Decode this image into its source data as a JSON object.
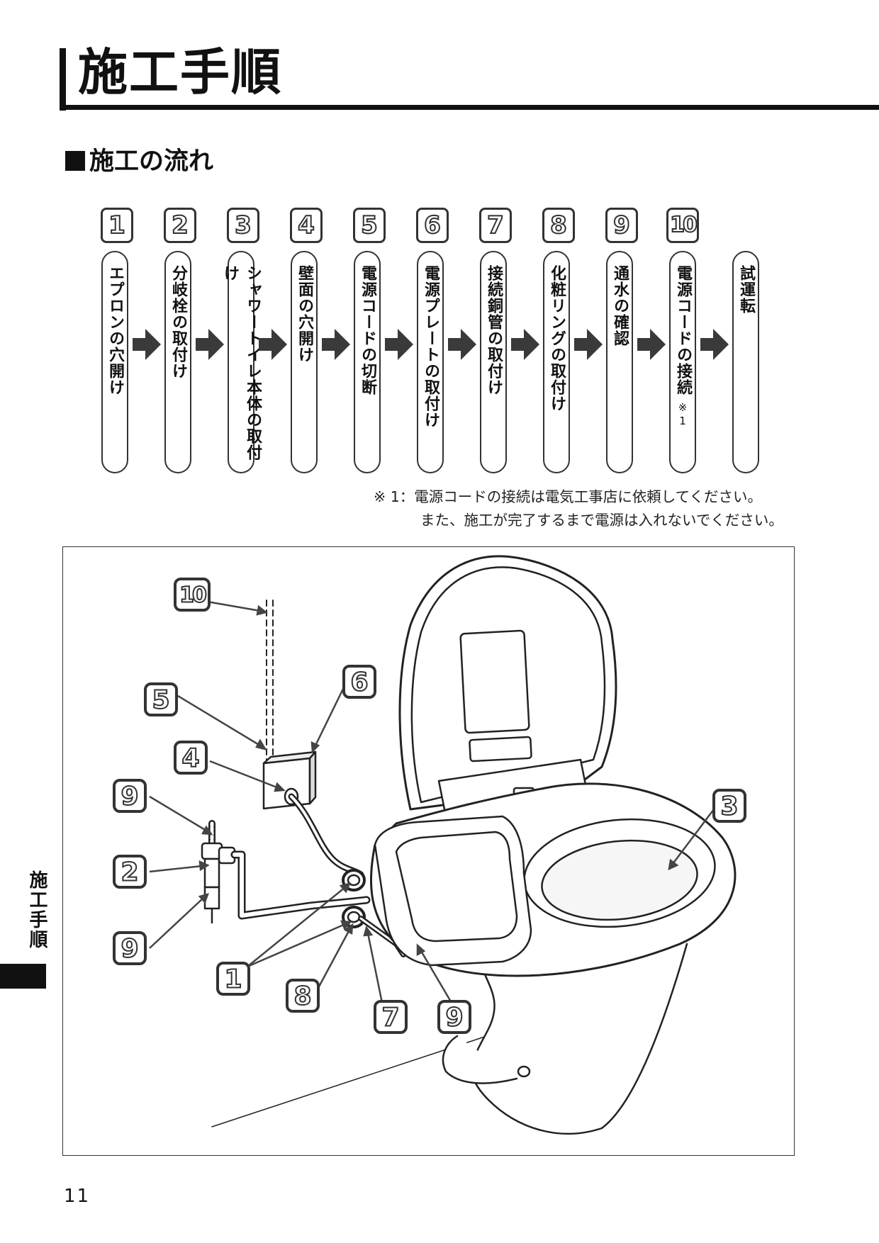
{
  "page": {
    "title": "施工手順",
    "section_heading": "施工の流れ",
    "side_tab": "施工手順",
    "page_number": "11"
  },
  "flow": {
    "steps": [
      {
        "num": "1",
        "label": "エプロンの穴開け"
      },
      {
        "num": "2",
        "label": "分岐栓の取付け"
      },
      {
        "num": "3",
        "label": "シャワートイレ本体の取付け"
      },
      {
        "num": "4",
        "label": "壁面の穴開け"
      },
      {
        "num": "5",
        "label": "電源コードの切断"
      },
      {
        "num": "6",
        "label": "電源プレートの取付け"
      },
      {
        "num": "7",
        "label": "接続銅管の取付け"
      },
      {
        "num": "8",
        "label": "化粧リングの取付け"
      },
      {
        "num": "9",
        "label": "通水の確認"
      },
      {
        "num": "10",
        "label": "電源コードの接続",
        "note": "※1"
      },
      {
        "num": "",
        "label": "試運転"
      }
    ],
    "footnote_line1": "※ 1：電源コードの接続は電気工事店に依頼してください。",
    "footnote_line2": "また、施工が完了するまで電源は入れないでください。"
  },
  "diagram": {
    "callouts": [
      "10",
      "5",
      "6",
      "4",
      "9",
      "2",
      "9",
      "1",
      "8",
      "7",
      "9",
      "3"
    ]
  },
  "colors": {
    "ink": "#111111",
    "line": "#333333",
    "arrow": "#3a3a3a",
    "pipe_fill": "#ffffff"
  }
}
